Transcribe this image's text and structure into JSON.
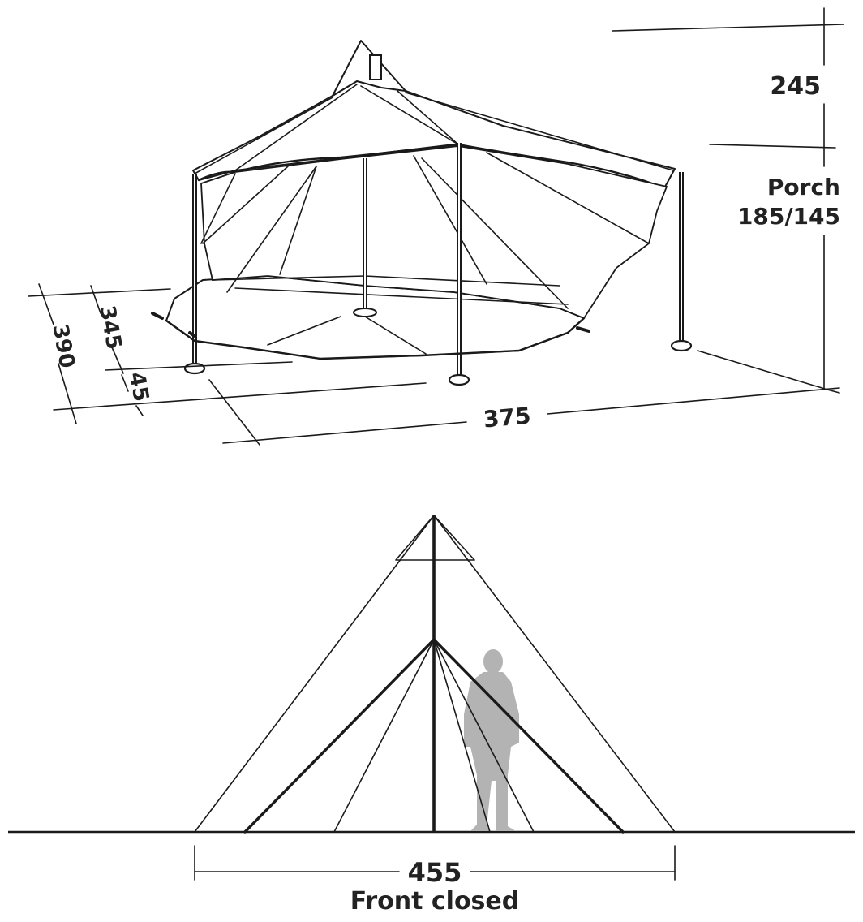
{
  "dimensions": {
    "height": "245",
    "porch_label": "Porch",
    "porch_value": "185/145",
    "depth_outer": "390",
    "depth_inner": "345",
    "porch_depth": "45",
    "width": "375",
    "front_width": "455"
  },
  "front_view": {
    "caption": "Front closed"
  },
  "colors": {
    "line": "#1a1a1a",
    "person_silhouette": "#b3b3b3"
  }
}
